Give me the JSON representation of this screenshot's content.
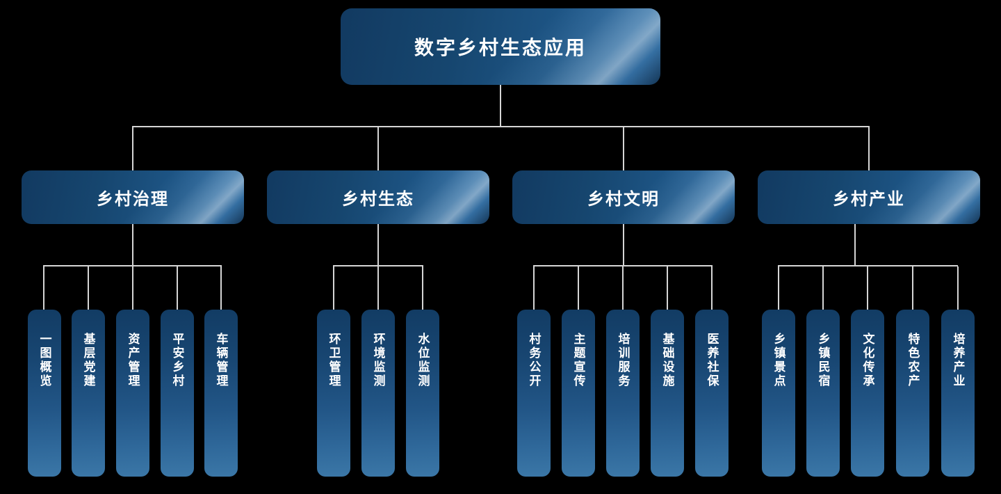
{
  "diagram": {
    "root": {
      "label": "数字乡村生态应用"
    },
    "groups": [
      {
        "label": "乡村治理",
        "children": [
          "一图概览",
          "基层党建",
          "资产管理",
          "平安乡村",
          "车辆管理"
        ]
      },
      {
        "label": "乡村生态",
        "children": [
          "环卫管理",
          "环境监测",
          "水位监测"
        ]
      },
      {
        "label": "乡村文明",
        "children": [
          "村务公开",
          "主题宣传",
          "培训服务",
          "基础设施",
          "医养社保"
        ]
      },
      {
        "label": "乡村产业",
        "children": [
          "乡镇景点",
          "乡镇民宿",
          "文化传承",
          "特色农产",
          "培养产业"
        ]
      }
    ],
    "colors": {
      "background": "#000000",
      "node_dark_blue": "#123a61",
      "node_light_blue": "#2e6ba0",
      "leaf_bottom_blue": "#3b77a7",
      "connector_line": "#d6d6d6",
      "text": "#ffffff"
    }
  }
}
